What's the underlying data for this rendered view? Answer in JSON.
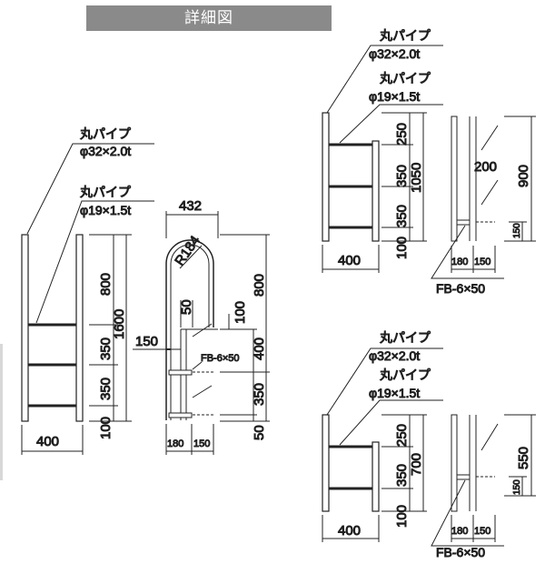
{
  "title": "詳細図",
  "labels": {
    "pipe_main_name": "丸パイプ",
    "pipe_main_spec": "φ32×2.0t",
    "pipe_rung_name": "丸パイプ",
    "pipe_rung_spec": "φ19×1.5t",
    "fb": "FB-6×50",
    "radius": "R184"
  },
  "tall": {
    "width": "400",
    "total": "1600",
    "upper": "800",
    "mid1": "350",
    "mid2": "350",
    "bottom": "100"
  },
  "side": {
    "top_width": "432",
    "offset": "50",
    "height_upper": "800",
    "seg_100": "100",
    "seg_400": "400",
    "seg_350": "350",
    "seg_50": "50",
    "left_150": "150",
    "foot_a": "180",
    "foot_b": "150"
  },
  "medium": {
    "width": "400",
    "total": "1050",
    "top": "250",
    "mid1": "350",
    "mid2": "350",
    "bottom": "100",
    "side_height": "900",
    "side_mid": "200",
    "foot_a": "180",
    "foot_b": "150",
    "foot_h": "150"
  },
  "short": {
    "width": "400",
    "total": "700",
    "top": "250",
    "mid": "350",
    "bottom": "100",
    "side_height": "550",
    "foot_a": "180",
    "foot_b": "150",
    "foot_h": "150"
  }
}
